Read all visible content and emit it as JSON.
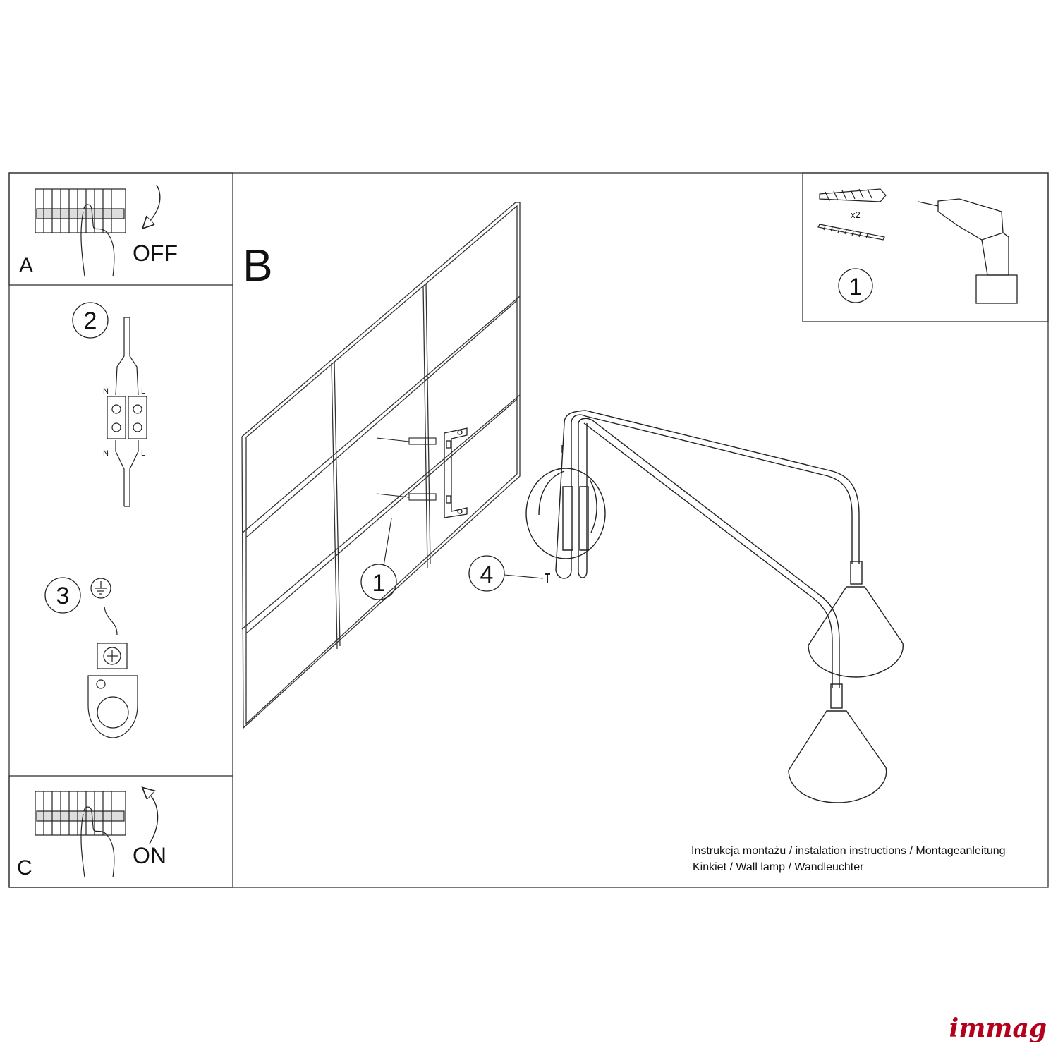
{
  "panel_a": {
    "letter": "A",
    "state": "OFF"
  },
  "panel_b": {
    "letter": "B"
  },
  "panel_c": {
    "letter": "C",
    "state": "ON"
  },
  "steps": {
    "s1": "1",
    "s2": "2",
    "s3": "3",
    "s4": "4",
    "s1_wall": "1"
  },
  "connector": {
    "n_top": "N",
    "l_top": "L",
    "n_bottom": "N",
    "l_bottom": "L"
  },
  "tools": {
    "qty": "x2"
  },
  "footer": {
    "line1": "Instrukcja montażu / instalation instructions / Montageanleitung",
    "line2": "Kinkiet / Wall lamp / Wandleuchter"
  },
  "brand": {
    "name": "immag",
    "color": "#b3001b"
  }
}
